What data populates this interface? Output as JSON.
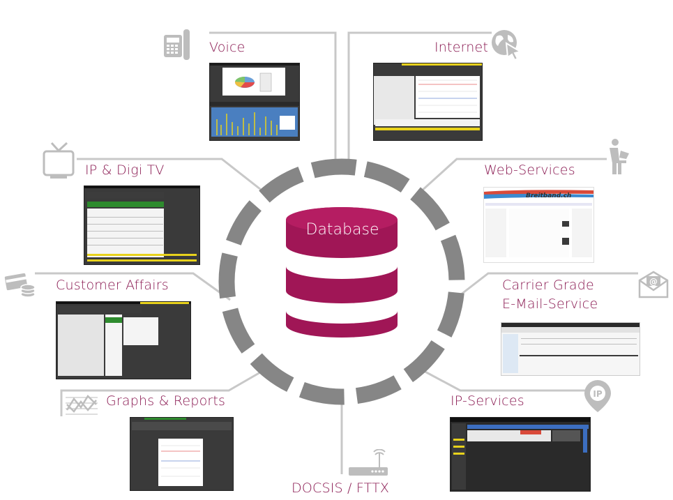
{
  "center": {
    "title": "Database"
  },
  "services": {
    "voice": {
      "label": "Voice",
      "icon": "phone-icon"
    },
    "internet": {
      "label": "Internet",
      "icon": "globe-cursor-icon"
    },
    "iptv": {
      "label": "IP & Digi TV",
      "icon": "tv-icon"
    },
    "web": {
      "label": "Web-Services",
      "icon": "person-laptop-icon"
    },
    "customer": {
      "label": "Customer Affairs",
      "icon": "credit-card-coins-icon"
    },
    "email": {
      "label_line1": "Carrier Grade",
      "label_line2": "E-Mail-Service",
      "icon": "envelope-at-icon"
    },
    "graphs": {
      "label": "Graphs & Reports",
      "icon": "line-chart-icon"
    },
    "ipservices": {
      "label": "IP-Services",
      "icon": "ip-pin-icon"
    },
    "docsis": {
      "label": "DOCSIS / FTTX",
      "icon": "router-icon"
    }
  },
  "web_thumb": {
    "brand": "Breitband.ch"
  },
  "colors": {
    "accent": "#8a1a52",
    "connector": "#c8c8c8",
    "ring": "#868686",
    "icon": "#bdbdbd"
  }
}
